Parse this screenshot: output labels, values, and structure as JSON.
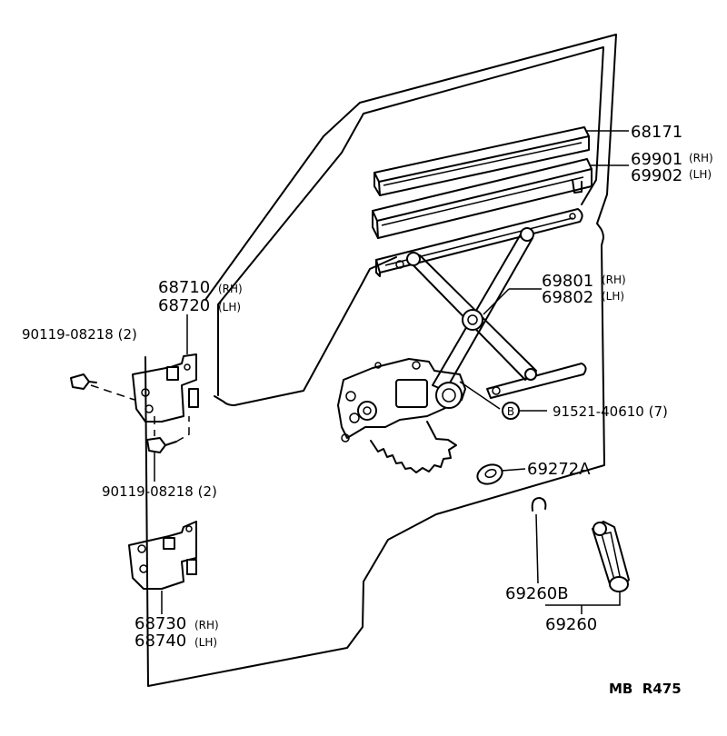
{
  "labels": {
    "p68171": "68171",
    "p69901": "69901",
    "p69901_side": "(RH)",
    "p69902": "69902",
    "p69902_side": "(LH)",
    "p69801": "69801",
    "p69801_side": "(RH)",
    "p69802": "69802",
    "p69802_side": "(LH)",
    "p91521": "91521-40610 (7)",
    "p91521_marker": "B",
    "p69272A": "69272A",
    "p69260B": "69260B",
    "p69260": "69260",
    "p68710": "68710",
    "p68710_side": "(RH)",
    "p68720": "68720",
    "p68720_side": "(LH)",
    "p90119_top": "90119-08218 (2)",
    "p90119_bottom": "90119-08218 (2)",
    "p68730": "68730",
    "p68730_side": "(RH)",
    "p68740": "68740",
    "p68740_side": "(LH)"
  },
  "footer": {
    "code": "MB  R475"
  }
}
